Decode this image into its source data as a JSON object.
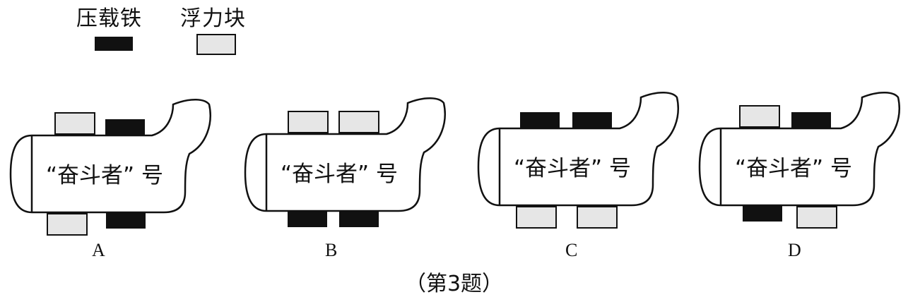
{
  "legend": {
    "ballast": "压载铁",
    "buoyancy": "浮力块"
  },
  "sub_name": "“奋斗者” 号",
  "options": [
    {
      "label": "A",
      "top": [
        "buoyancy",
        "ballast"
      ],
      "bottom": [
        "buoyancy",
        "ballast"
      ]
    },
    {
      "label": "B",
      "top": [
        "buoyancy",
        "buoyancy"
      ],
      "bottom": [
        "ballast",
        "ballast"
      ]
    },
    {
      "label": "C",
      "top": [
        "ballast",
        "ballast"
      ],
      "bottom": [
        "buoyancy",
        "buoyancy"
      ]
    },
    {
      "label": "D",
      "top": [
        "buoyancy",
        "ballast"
      ],
      "bottom": [
        "ballast",
        "buoyancy"
      ]
    }
  ],
  "caption": "（第3题）",
  "colors": {
    "ballast": "#111111",
    "buoyancy": "#e6e6e6",
    "outline": "#111111"
  }
}
